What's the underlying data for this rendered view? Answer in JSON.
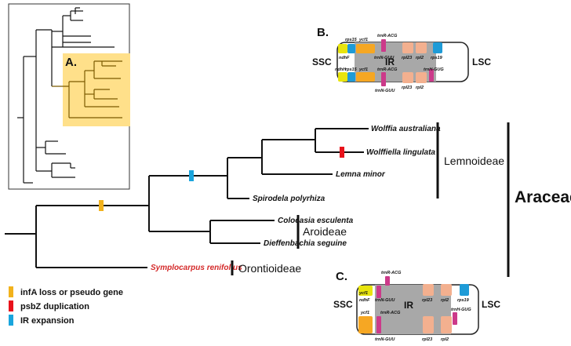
{
  "inset_tag": "A.",
  "taxa": {
    "wolffia": "Wolffia australiana",
    "wolffiella": "Wolffiella lingulata",
    "lemna": "Lemna minor",
    "spirodela": "Spirodela polyrhiza",
    "colocasia": "Colocasia esculenta",
    "dieffenbachia": "Dieffenbachia seguine",
    "symplocarpus": "Symplocarpus renifolius"
  },
  "clades": {
    "lemnoideae": "Lemnoideae",
    "aroideae": "Aroideae",
    "orontioideae": "Orontioideae",
    "araceae": "Araceae"
  },
  "legend": {
    "infa": "infA loss or pseudo gene",
    "psbz": "psbZ duplication",
    "ir": "IR expansion"
  },
  "colors": {
    "infa": "#f2b21c",
    "psbz": "#e8121b",
    "ir": "#1aa5dd",
    "inset_bg": "#ffe08a",
    "ir_region": "#a8a8a8",
    "gene_yellow": "#e8e40e",
    "gene_blue": "#1e9bd7",
    "gene_orange": "#f6a723",
    "gene_pink": "#cc3a8a",
    "gene_salmon": "#f3b08f",
    "highlight_taxon": "#d42a2a"
  },
  "panel_b": {
    "tag": "B.",
    "ssc": "SSC",
    "lsc": "LSC",
    "ir": "IR",
    "genes": {
      "rps15_top": "rps15",
      "ycf1_top": "ycf1",
      "trnR_top": "trnR-ACG",
      "ndhF": "ndhF",
      "trnN_top": "trnN-GUU",
      "rpl23_top": "rpl23",
      "rpl2_top": "rpl2",
      "rps19": "rps19",
      "ndhH": "ndhH",
      "rps15_bot": "rps15",
      "ycf1_bot": "ycf1",
      "trnR_bot": "trnR-ACG",
      "trnH": "trnH-GUG",
      "trnN_bot": "trnN-GUU",
      "rpl23_bot": "rpl23",
      "rpl2_bot": "rpl2"
    }
  },
  "panel_c": {
    "tag": "C.",
    "ssc": "SSC",
    "lsc": "LSC",
    "ir": "IR",
    "genes": {
      "trnR_top": "trnR-ACG",
      "ndhF": "ndhF",
      "trnN_top": "trnN-GUU",
      "rpl23_top": "rpl23",
      "rpl2_top": "rpl2",
      "rps19": "rps19",
      "ycf1_top": "ycf1",
      "ycf1_bot": "ycf1",
      "trnR_bot": "trnR-ACG",
      "trnH": "trnH-GUG",
      "trnN_bot": "trnN-GUU",
      "rpl23_bot": "rpl23",
      "rpl2_bot": "rpl2"
    }
  }
}
